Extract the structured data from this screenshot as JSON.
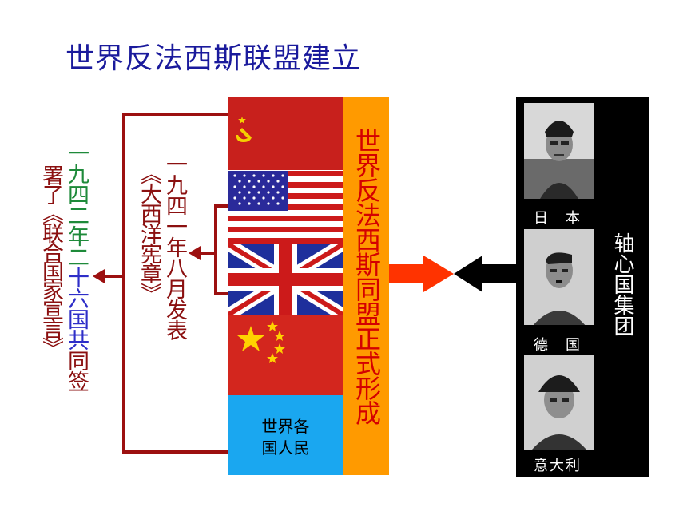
{
  "title": "世界反法西斯联盟建立",
  "center": {
    "label": "世界反法西斯同盟正式形成",
    "people_line1": "世界各",
    "people_line2": "国人民"
  },
  "atlantic_charter": {
    "line1": "一九四一年八月发表",
    "line2": "《大西洋宪章》"
  },
  "declaration": {
    "col1_part1": "一",
    "col1_part2": "九四二年二",
    "col1_part3": "十六国共",
    "col1_part4": "同签",
    "col2": "署了《联合国家宣言》"
  },
  "axis": {
    "label": "轴心国集团",
    "members": [
      {
        "name": "日　本"
      },
      {
        "name": "德　国"
      },
      {
        "name": "意大利"
      }
    ]
  },
  "colors": {
    "title": "#1a1a9c",
    "dark_red": "#8b1010",
    "green": "#1e8a3a",
    "blue": "#2e2ec8",
    "people_bg": "#1aa7f0",
    "orange": "#ff9a00",
    "arrow_red": "#ff3300"
  }
}
